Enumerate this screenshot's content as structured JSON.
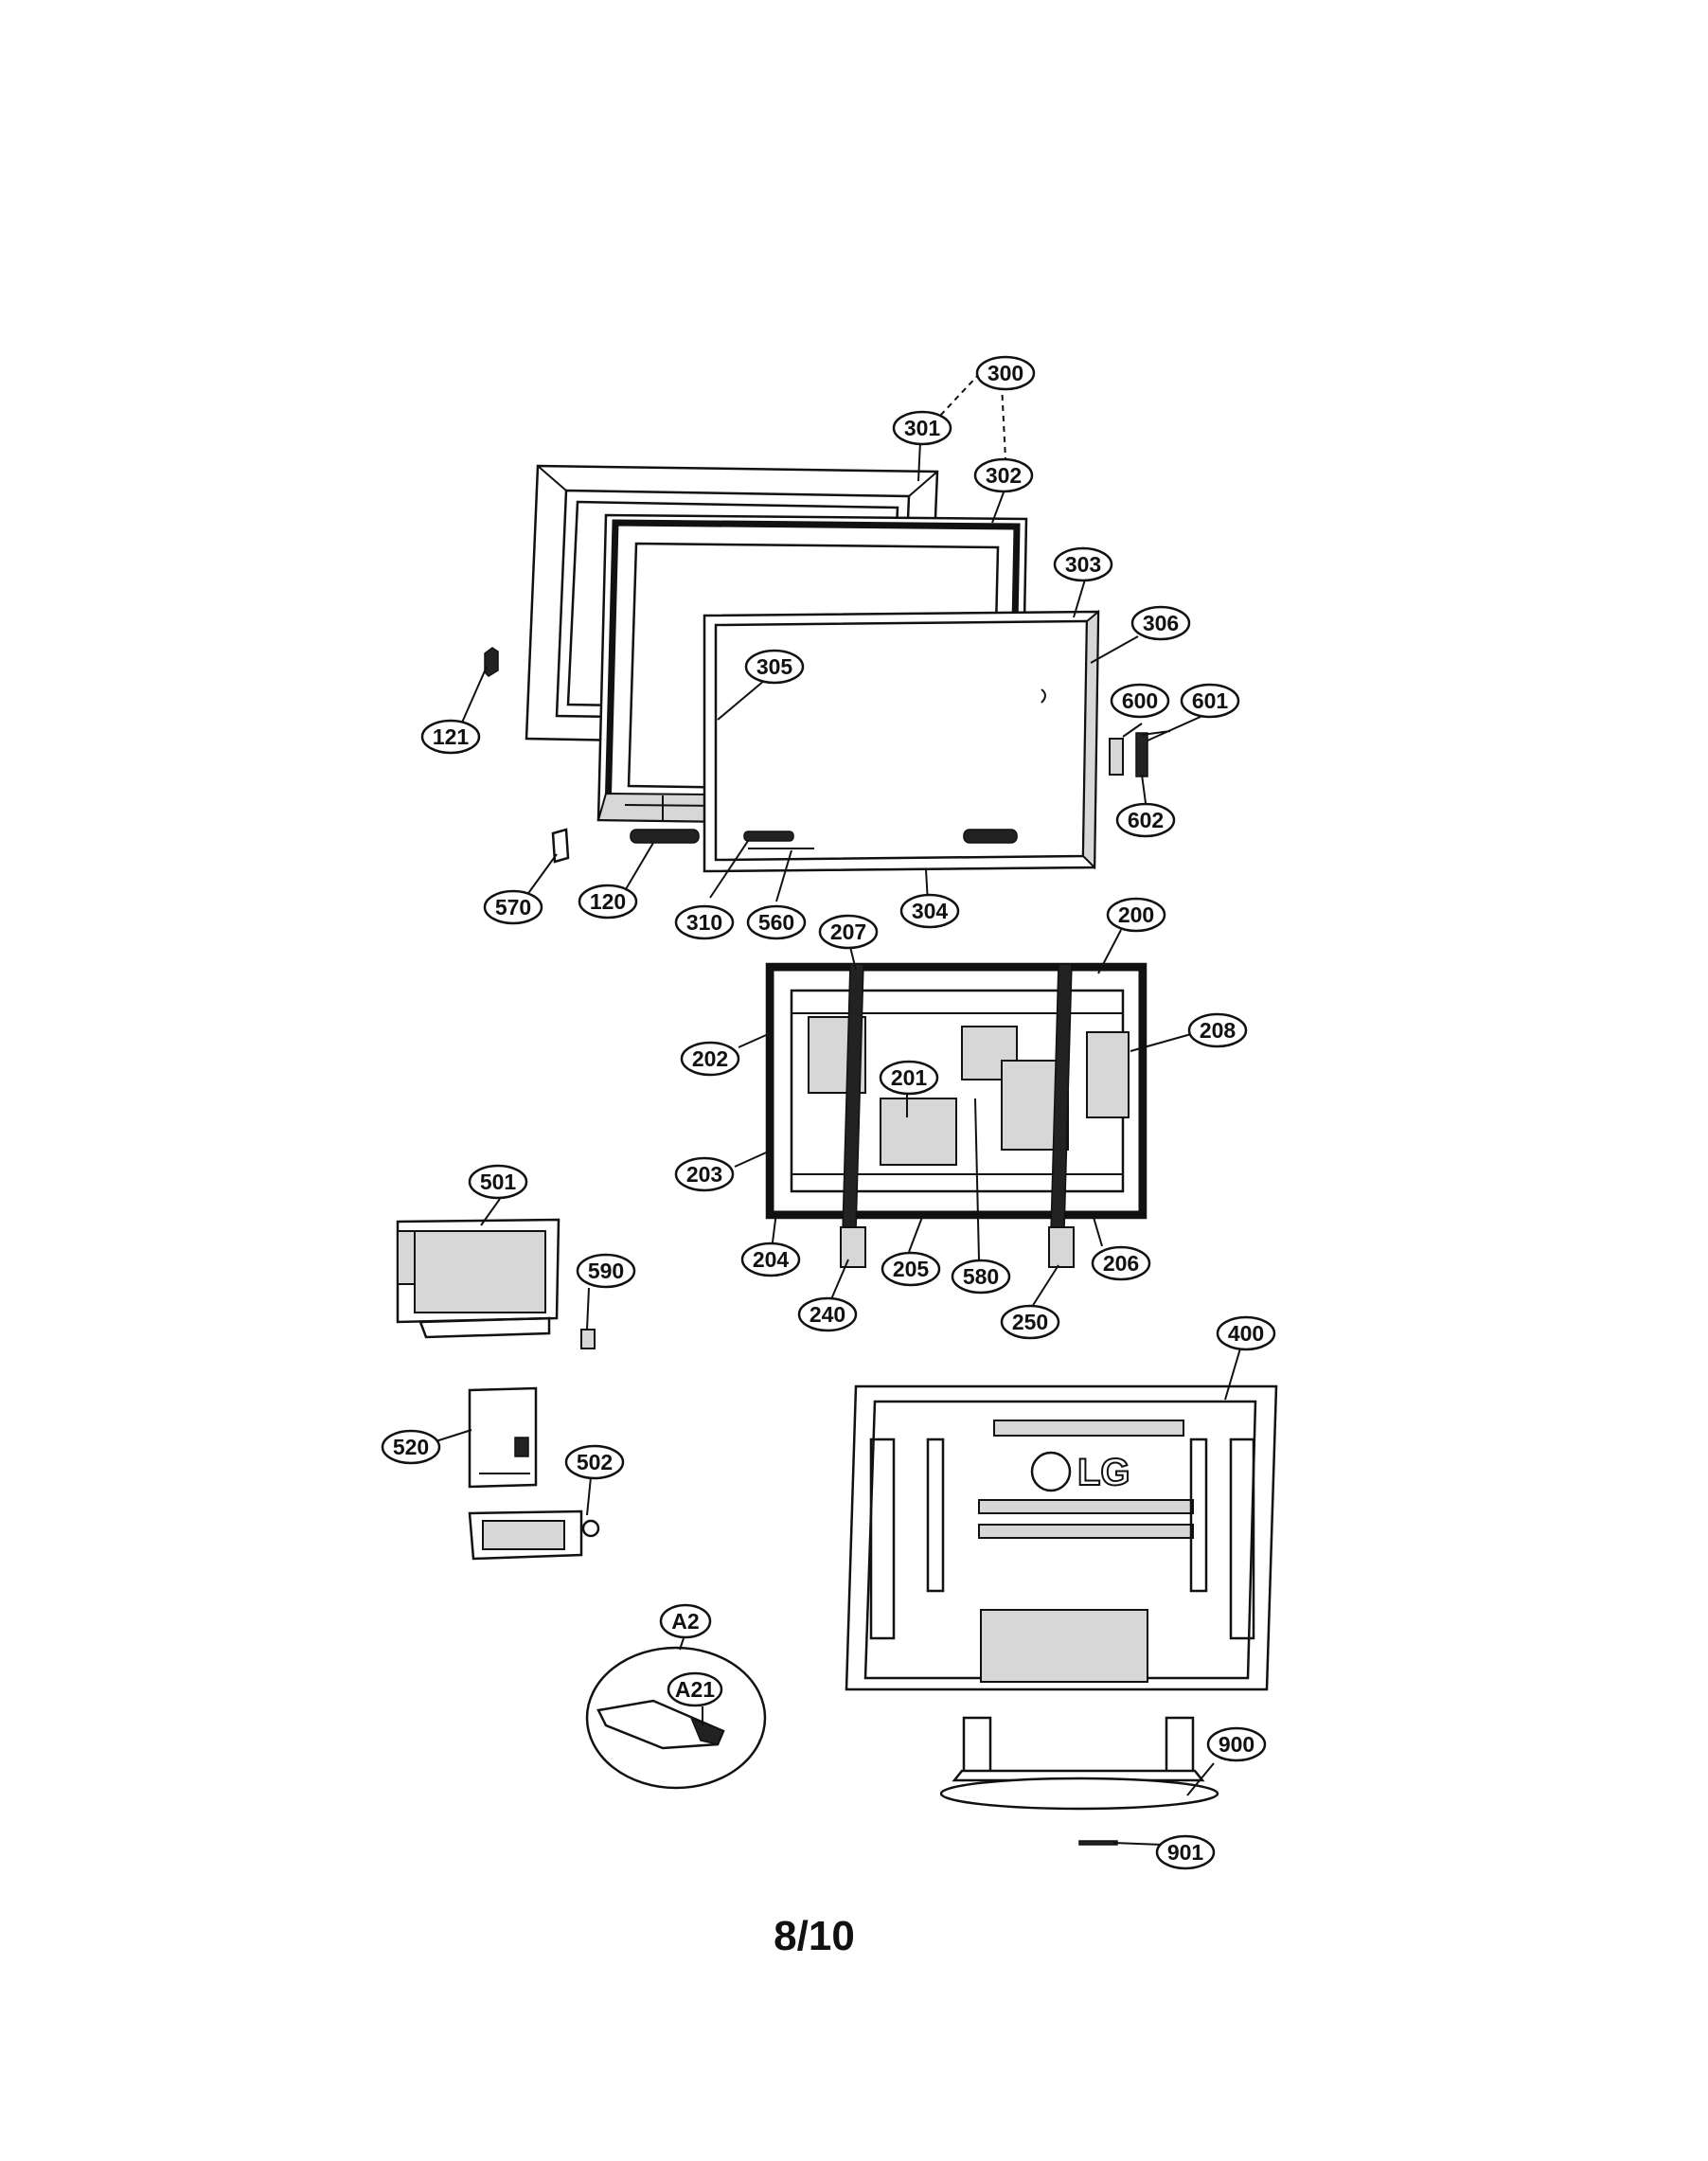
{
  "page": {
    "number": "8/10"
  },
  "brand": {
    "logo_text": "LG"
  },
  "callouts": [
    {
      "id": "300"
    },
    {
      "id": "301"
    },
    {
      "id": "302"
    },
    {
      "id": "303"
    },
    {
      "id": "306"
    },
    {
      "id": "305"
    },
    {
      "id": "121"
    },
    {
      "id": "600"
    },
    {
      "id": "601"
    },
    {
      "id": "602"
    },
    {
      "id": "570"
    },
    {
      "id": "120"
    },
    {
      "id": "310"
    },
    {
      "id": "560"
    },
    {
      "id": "304"
    },
    {
      "id": "207"
    },
    {
      "id": "200"
    },
    {
      "id": "202"
    },
    {
      "id": "208"
    },
    {
      "id": "201"
    },
    {
      "id": "203"
    },
    {
      "id": "204"
    },
    {
      "id": "205"
    },
    {
      "id": "580"
    },
    {
      "id": "206"
    },
    {
      "id": "240"
    },
    {
      "id": "250"
    },
    {
      "id": "501"
    },
    {
      "id": "590"
    },
    {
      "id": "400"
    },
    {
      "id": "520"
    },
    {
      "id": "502"
    },
    {
      "id": "A2"
    },
    {
      "id": "A21"
    },
    {
      "id": "900"
    },
    {
      "id": "901"
    }
  ]
}
